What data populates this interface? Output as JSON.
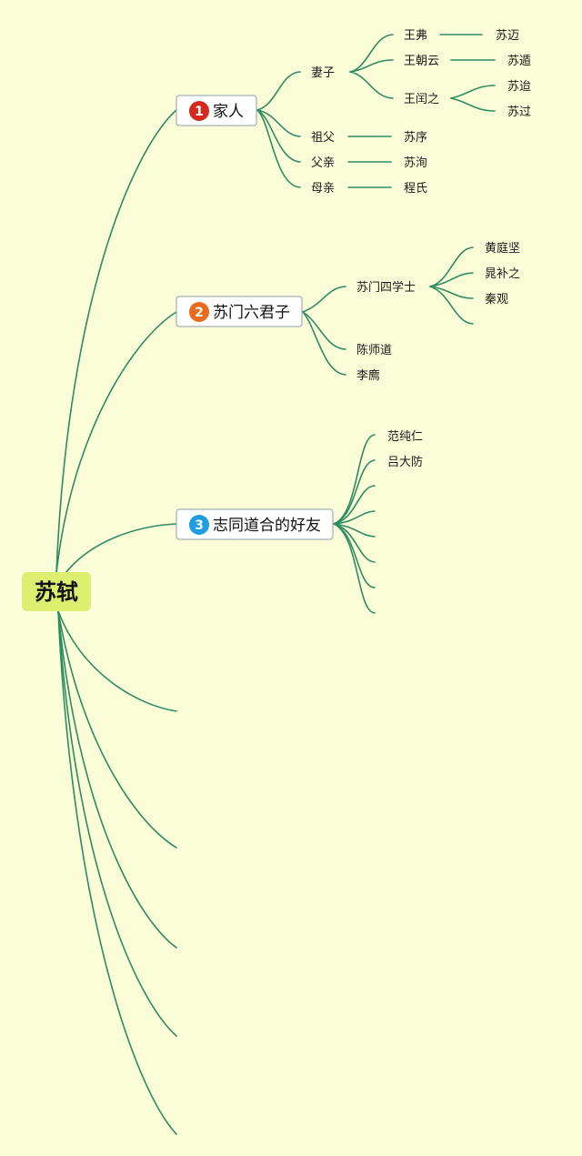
{
  "root": {
    "label": "苏轼"
  },
  "colors": {
    "background": "#fafdd8",
    "edge": "#2e8b62",
    "root_fill": "#ddef6e",
    "badge_family": "#d42a1d",
    "badge_students": "#e86a1a",
    "badge_friends": "#1e9de0"
  },
  "branches": {
    "family": {
      "badge": "1",
      "label": "家人",
      "wife": {
        "label": "妻子",
        "wang_fu": {
          "label": "王弗",
          "son": "苏迈"
        },
        "wang_zhaoyun": {
          "label": "王朝云",
          "son": "苏遁"
        },
        "wang_runzhi": {
          "label": "王闰之",
          "sons": [
            "苏迨",
            "苏过"
          ]
        }
      },
      "grandfather": {
        "label": "祖父",
        "name": "苏序"
      },
      "father": {
        "label": "父亲",
        "name": "苏洵"
      },
      "mother": {
        "label": "母亲",
        "name": "程氏"
      }
    },
    "students": {
      "badge": "2",
      "label": "苏门六君子",
      "four_scholars": {
        "label": "苏门四学士",
        "members": [
          "黄庭坚",
          "晁补之",
          "秦观"
        ]
      },
      "others": [
        "陈师道",
        "李廌"
      ]
    },
    "friends": {
      "badge": "3",
      "label": "志同道合的好友",
      "members": [
        "范纯仁",
        "吕大防"
      ]
    }
  }
}
